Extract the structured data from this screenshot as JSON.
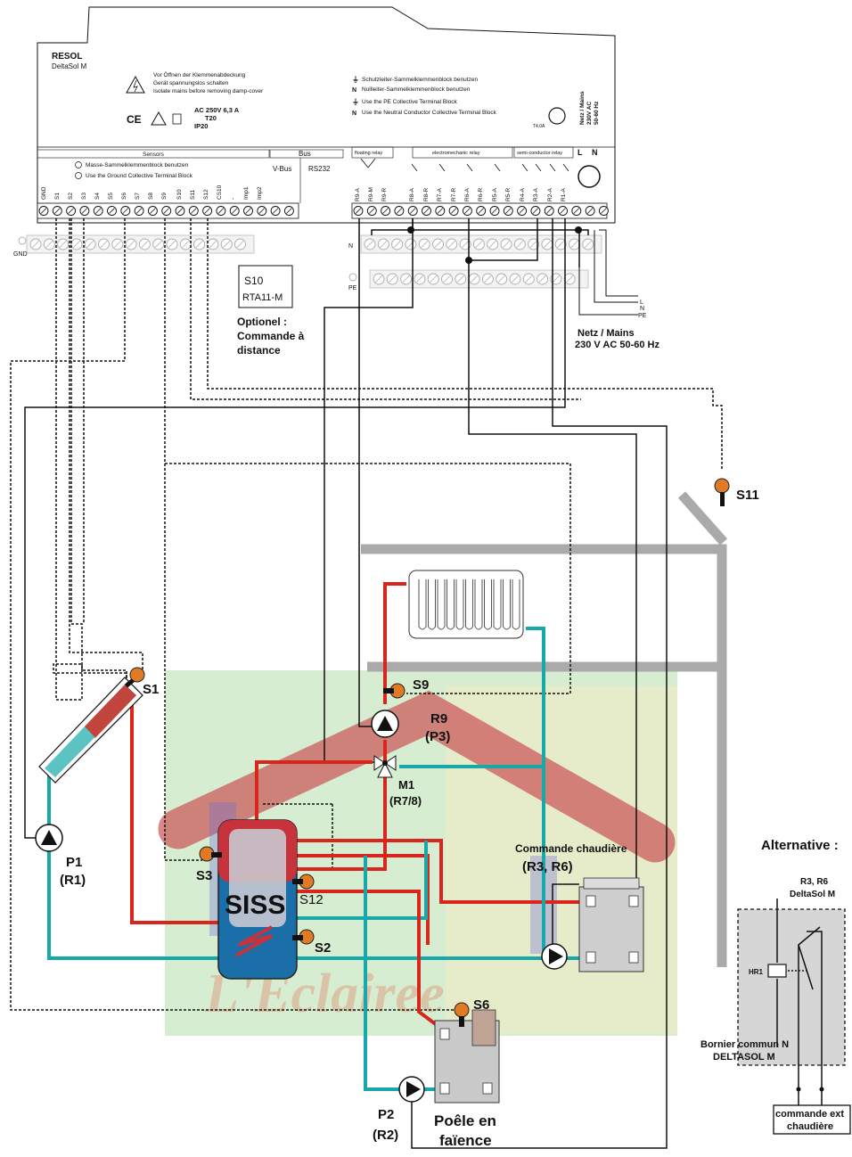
{
  "controller": {
    "brand": "RESOL",
    "model": "DeltaSol M",
    "warning_de_1": "Vor Öffnen der Klemmenabdeckung",
    "warning_de_2": "Gerät spannungslos schalten",
    "warning_en": "Isolate mains before removing damp-cover",
    "rating_1": "AC 250V 6,3 A",
    "rating_2": "T20",
    "rating_3": "IP20",
    "pe_de": "Schutzleiter-Sammelklemmenblock benutzen",
    "n_de": "Nullleiter-Sammelklemmenblock benutzen",
    "pe_en": "Use the PE Collective Terminal Block",
    "n_en": "Use the Neutral Conductor Collective Terminal Block",
    "mains_vertical_1": "Netz / Mains",
    "mains_vertical_2": "230V AC",
    "mains_vertical_3": "50-60 Hz",
    "fuse": "T4,0A",
    "sensors_header": "Sensors",
    "bus_header": "Bus",
    "ground_de": "Masse-Sammelklemmenblock benutzen",
    "ground_en": "Use the Ground Collective Terminal Block",
    "vbus": "V-Bus",
    "rs232": "RS232",
    "floating_relay": "floating relay",
    "electromechanic_relay": "electromechanic relay",
    "semiconductor_relay": "semi-conductor relay",
    "terminal_L": "L",
    "terminal_N": "N",
    "sensor_terminals": [
      "GND",
      "S1",
      "S2",
      "S3",
      "S4",
      "S5",
      "S6",
      "S7",
      "S8",
      "S9",
      "S10",
      "S11",
      "S12",
      "CS10",
      "-",
      "Imp1",
      "Imp2"
    ],
    "relay_terminals": [
      "R9-A",
      "R9-M",
      "R9-R",
      "R8-A",
      "R8-R",
      "R7-A",
      "R7-R",
      "R6-A",
      "R6-R",
      "R5-A",
      "R5-R",
      "R4-A",
      "R3-A",
      "R2-A",
      "R1-A"
    ],
    "gnd_label": "GND",
    "n_label": "N",
    "pe_label": "PE"
  },
  "remote": {
    "box_line1": "S10",
    "box_line2": "RTA11-M",
    "caption_1": "Optionel :",
    "caption_2": "Commande à",
    "caption_3": "distance"
  },
  "mains": {
    "L": "L",
    "N": "N",
    "PE": "PE",
    "caption_1": "Netz / Mains",
    "caption_2": "230 V AC 50-60 Hz"
  },
  "components": {
    "S11": "S11",
    "S1": "S1",
    "S9": "S9",
    "R9": "R9",
    "P3": "(P3)",
    "M1": "M1",
    "R78": "(R7/8)",
    "S3": "S3",
    "S12": "S12",
    "S2": "S2",
    "tank": "SISS",
    "P1": "P1",
    "R1": "(R1)",
    "boiler_title": "Commande chaudière",
    "boiler_relays": "(R3, R6)",
    "S6": "S6",
    "P2": "P2",
    "R2": "(R2)",
    "stove_1": "Poêle en",
    "stove_2": "faïence"
  },
  "alternative": {
    "title": "Alternative :",
    "relays": "R3, R6",
    "controller": "DeltaSol M",
    "hr1": "HR1",
    "bornier_1": "Bornier commun N",
    "bornier_2": "DELTASOL M",
    "ext_1": "commande ext",
    "ext_2": "chaudière"
  },
  "watermark": "L'Eclairee",
  "colors": {
    "hot": "#d9261c",
    "cold": "#17a9a9",
    "wire": "#111111",
    "roof_red": "#c8474a",
    "green_zone": "#bfe3b8",
    "gray_pipe": "#aaaaaa"
  }
}
